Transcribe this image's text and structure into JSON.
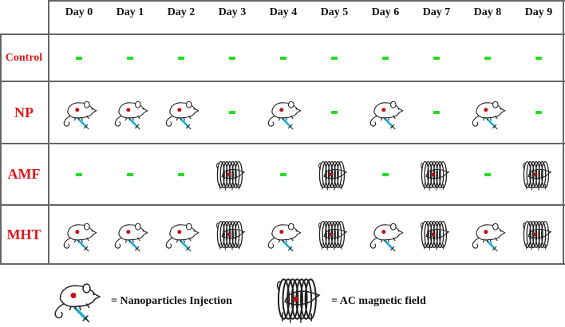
{
  "days": [
    "Day 0",
    "Day 1",
    "Day 2",
    "Day 3",
    "Day 4",
    "Day 5",
    "Day 6",
    "Day 7",
    "Day 8",
    "Day 9"
  ],
  "rows": [
    {
      "label": "Control",
      "cells": [
        "none",
        "none",
        "none",
        "none",
        "none",
        "none",
        "none",
        "none",
        "none",
        "none"
      ]
    },
    {
      "label": "NP",
      "cells": [
        "inject",
        "inject",
        "inject",
        "none",
        "inject",
        "none",
        "inject",
        "none",
        "inject",
        "none"
      ]
    },
    {
      "label": "AMF",
      "cells": [
        "none",
        "none",
        "none",
        "field",
        "none",
        "field",
        "none",
        "field",
        "none",
        "field"
      ]
    },
    {
      "label": "MHT",
      "cells": [
        "inject",
        "inject",
        "inject",
        "field",
        "inject",
        "field",
        "inject",
        "field",
        "inject",
        "field"
      ]
    }
  ],
  "legend": {
    "injection_label": "= Nanoparticles Injection",
    "field_label": "= AC magnetic field"
  },
  "colors": {
    "row_label": "#e01818",
    "none_mark": "#22dd22",
    "syringe": "#1ab0d6",
    "dot": "#c01010"
  }
}
